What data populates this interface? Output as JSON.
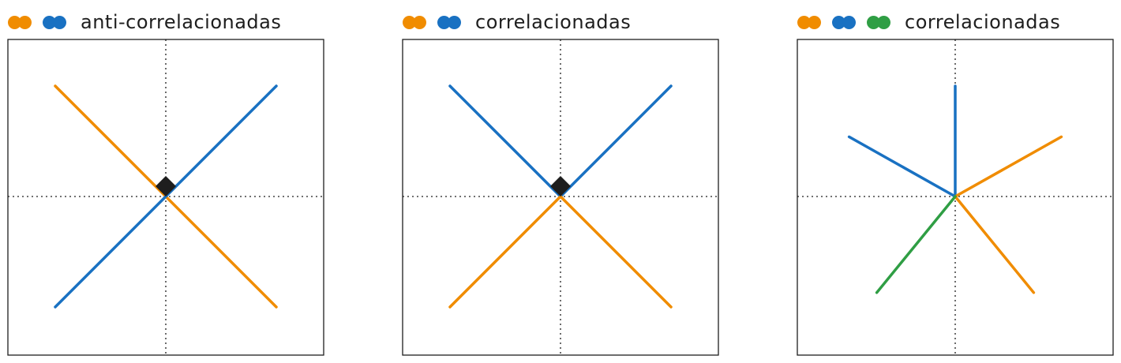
{
  "colors": {
    "orange": "#f08c00",
    "blue": "#1971c2",
    "green": "#2f9e44",
    "ink": "#1e1e1e"
  },
  "panels": [
    {
      "title": "anti-correlacionadas",
      "legend_pairs": [
        "orange",
        "blue"
      ],
      "marker": true,
      "lines": [
        {
          "color": "orange",
          "from": [
            -1,
            1
          ],
          "to": [
            1,
            -1
          ]
        },
        {
          "color": "blue",
          "from": [
            -1,
            -1
          ],
          "to": [
            1,
            1
          ]
        }
      ]
    },
    {
      "title": "correlacionadas",
      "legend_pairs": [
        "orange",
        "blue"
      ],
      "marker": true,
      "lines": [
        {
          "color": "blue",
          "from": [
            -1,
            1
          ],
          "to": [
            0,
            0
          ]
        },
        {
          "color": "blue",
          "from": [
            0,
            0
          ],
          "to": [
            1,
            1
          ]
        },
        {
          "color": "orange",
          "from": [
            -1,
            -1
          ],
          "to": [
            0,
            0
          ]
        },
        {
          "color": "orange",
          "from": [
            0,
            0
          ],
          "to": [
            1,
            -1
          ]
        }
      ]
    },
    {
      "title": "correlacionadas",
      "legend_pairs": [
        "orange",
        "blue",
        "green"
      ],
      "marker": false,
      "lines": [
        {
          "color": "blue",
          "from": [
            0,
            0
          ],
          "to": [
            0,
            1
          ]
        },
        {
          "color": "blue",
          "from": [
            0,
            0
          ],
          "to": [
            -0.96,
            0.54
          ]
        },
        {
          "color": "orange",
          "from": [
            0,
            0
          ],
          "to": [
            0.96,
            0.54
          ]
        },
        {
          "color": "orange",
          "from": [
            0,
            0
          ],
          "to": [
            0.71,
            -0.87
          ]
        },
        {
          "color": "green",
          "from": [
            0,
            0
          ],
          "to": [
            -0.71,
            -0.87
          ]
        }
      ]
    }
  ]
}
